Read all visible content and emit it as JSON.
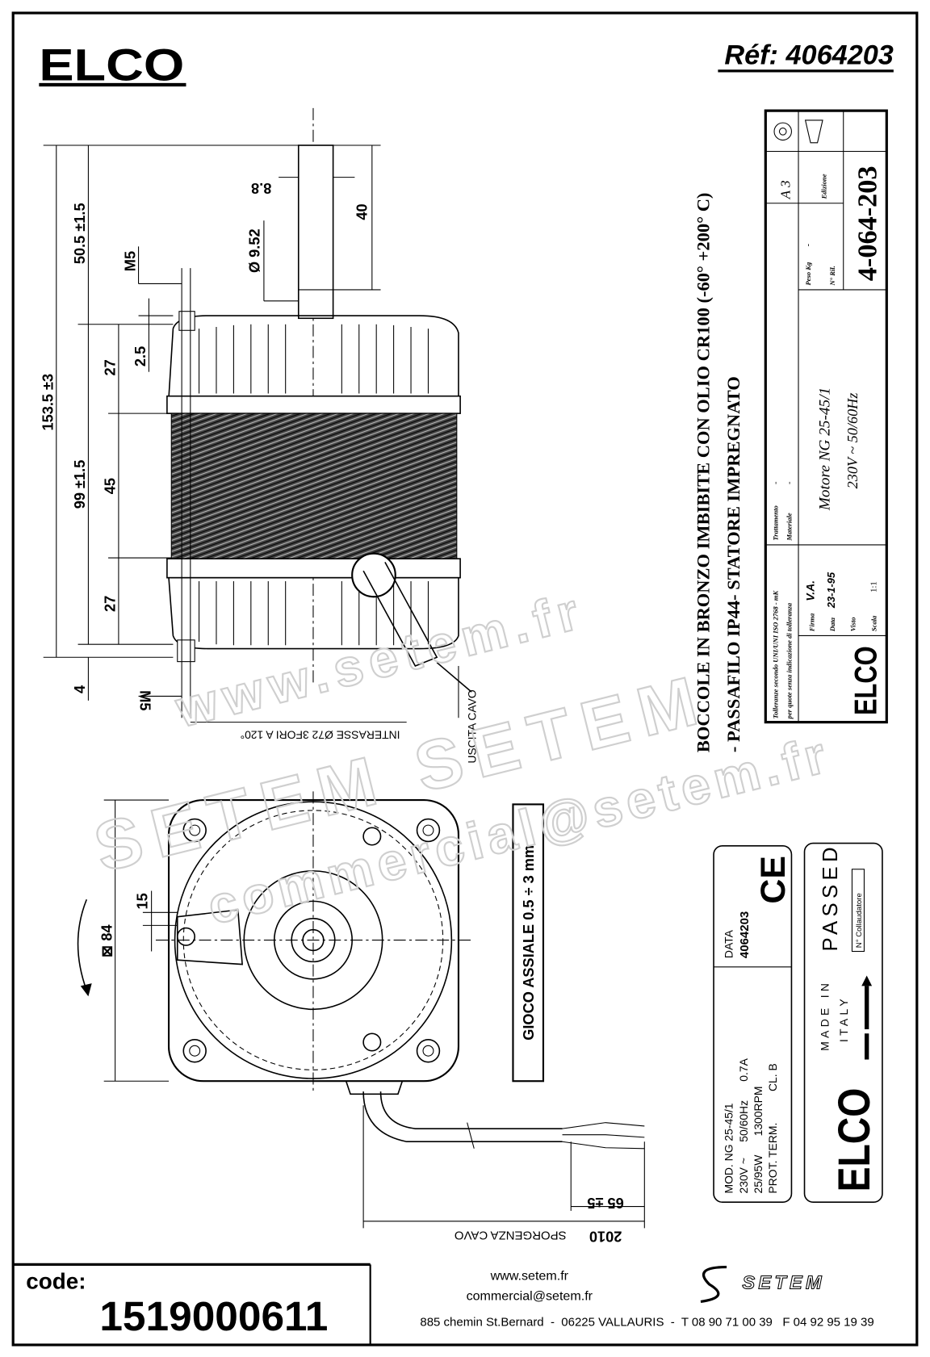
{
  "header": {
    "logo": "ELCO",
    "reference": "Réf: 4064203"
  },
  "side_view": {
    "dimensions": {
      "overall_height": "153.5 ±3",
      "shaft_length": "50.5 ±1.5",
      "body_height": "99 ±1.5",
      "top_bell": "27",
      "stator": "45",
      "bottom_bell": "27",
      "offset": "2.5",
      "thread_top": "M5",
      "thread_bottom": "M5",
      "foot": "4",
      "shaft_flat": "8.8",
      "shaft_diameter": "Ø 9.52",
      "shaft_flat_length": "40"
    },
    "mounting_note": "INTERASSE Ø72  3FORI A 120°",
    "cable_exit": "USCITA CAVO"
  },
  "notes": {
    "line1": "BOCCOLE IN BRONZO IMBIBITE CON OLIO CR100 (-60° +200° C)",
    "line2": "- PASSAFILO IP44-      STATORE IMPREGNATO"
  },
  "title_block": {
    "tolerance_line1": "Tolleranze secondo UNI/UNI ISO 2768 - mK",
    "tolerance_line2": "per quote senza indicazione di tolleranza",
    "logo": "ELCO",
    "firma_label": "Firma",
    "firma_value": "V.A.",
    "data_label": "Data",
    "data_value": "23-1-95",
    "visto_label": "Visto",
    "scala_label": "Scala",
    "scala_value": "1:1",
    "trattamento_label": "Trattamento",
    "trattamento_value": "-",
    "materiale_label": "Materiale",
    "materiale_value": "-",
    "description": "Motore NG 25-45/1",
    "rating": "230V ~   50/60Hz",
    "peso_label": "Peso Kg",
    "peso_value": "-",
    "ril_label": "N° Ril.",
    "format": "A 3",
    "edizione_label": "Edizione",
    "drawing_number": "4-064-203"
  },
  "front_view": {
    "dimensions": {
      "square": "⊠ 84",
      "bracket": "15"
    },
    "axial_play": "GIOCO ASSIALE  0.5 ÷ 3 mm",
    "cable_protrusion": "65 ±5",
    "cable_length": "2010",
    "cable_label": "SPORGENZA CAVO"
  },
  "nameplate": {
    "line1": "MOD. NG 25-45/1",
    "line2": "230V ~     50/60Hz      0.7A",
    "line3": "25/95W      1300RPM",
    "line4": "PROT. TERM.          CL. B",
    "data_label": "DATA",
    "data_value": "4064203",
    "ce_mark": "CE"
  },
  "test_label": {
    "logo": "ELCO",
    "made_in": "MADE IN",
    "country": "ITALY",
    "status": "PASSED",
    "inspector": "N° Collaudatore"
  },
  "watermark": {
    "url": "www.setem.fr",
    "brand": "SETEM  SETEM",
    "email": "commercial@setem.fr"
  },
  "footer": {
    "code_label": "code:",
    "code_value": "1519000611",
    "website": "www.setem.fr",
    "email": "commercial@setem.fr",
    "address": "885 chemin St.Bernard  -  06225 VALLAURIS  -  T 08 90 71 00 39   F 04 92 95 19 39",
    "brand_logo": "SETEM"
  }
}
